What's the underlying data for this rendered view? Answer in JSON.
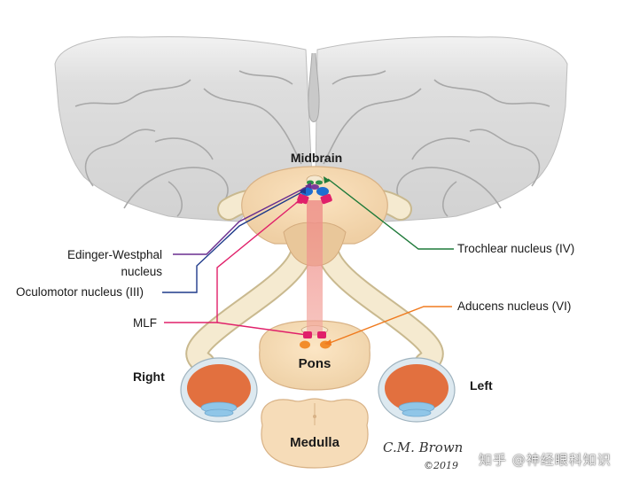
{
  "labels": {
    "midbrain": "Midbrain",
    "pons": "Pons",
    "medulla": "Medulla",
    "right": "Right",
    "left": "Left",
    "edinger_line1": "Edinger-Westphal",
    "edinger_line2": "nucleus",
    "oculomotor": "Oculomotor nucleus (III)",
    "mlf": "MLF",
    "trochlear": "Trochlear nucleus (IV)",
    "abducens": "Aducens nucleus (VI)"
  },
  "signature": {
    "name": "C.M. Brown",
    "year": "©2019"
  },
  "watermark": "知乎 @神经眼科知识",
  "colors": {
    "edinger": "#6a2d8f",
    "oculomotor": "#1f3a8a",
    "mlf": "#e0206a",
    "trochlear": "#1f7a3a",
    "abducens": "#f07a1e",
    "brain_gray": "#d9d9d9",
    "brainstem": "#f6dcb8",
    "nerve": "#f3e6c4",
    "eye": "#e2703f"
  }
}
